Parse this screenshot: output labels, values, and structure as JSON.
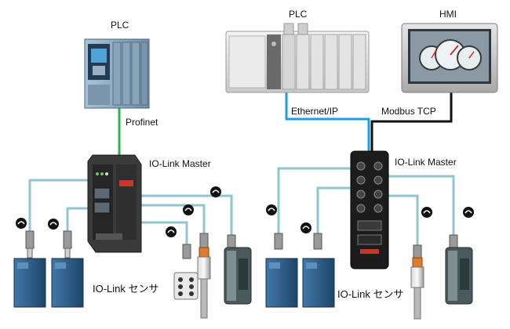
{
  "labels": {
    "plc_left": "PLC",
    "plc_right": "PLC",
    "hmi": "HMI",
    "profinet": "Profinet",
    "ethernet_ip": "Ethernet/IP",
    "modbus_tcp": "Modbus TCP",
    "iolink_master_left": "IO-Link Master",
    "iolink_master_right": "IO-Link Master",
    "iolink_sensor_left": "IO-Link センサ",
    "iolink_sensor_right": "IO-Link センサ"
  },
  "colors": {
    "profinet_line": "#2db34a",
    "ethernet_line": "#1aa0e0",
    "modbus_line": "#111111",
    "iolink_cable": "#8fc6cf",
    "sensor_body": "#2d5d86"
  },
  "icons": {
    "iolink_logo": "io-link-logo-icon"
  }
}
